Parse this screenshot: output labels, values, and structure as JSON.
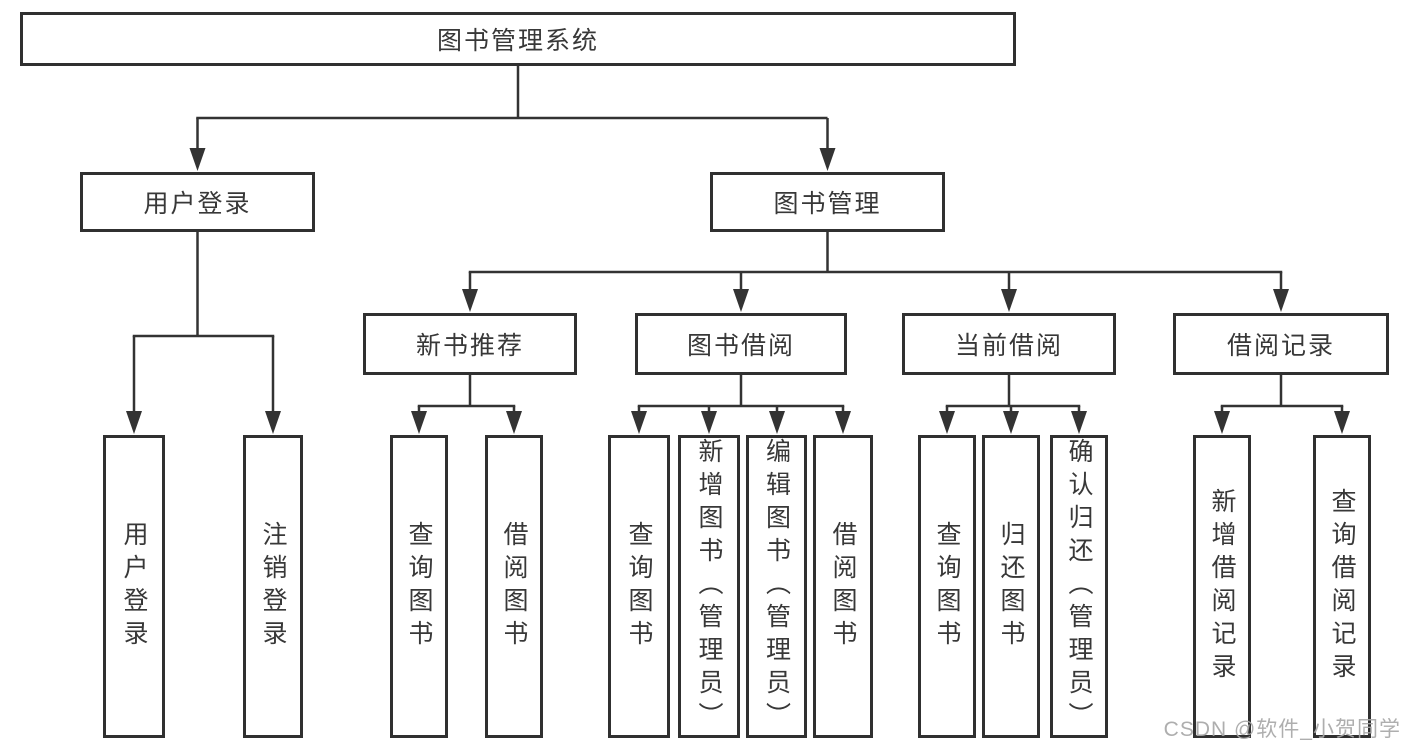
{
  "diagram": {
    "root": {
      "label": "图书管理系统"
    },
    "branches": [
      {
        "label": "用户登录",
        "children": [
          {
            "label": "用户登录"
          },
          {
            "label": "注销登录"
          }
        ]
      },
      {
        "label": "图书管理",
        "modules": [
          {
            "label": "新书推荐",
            "children": [
              {
                "label": "查询图书"
              },
              {
                "label": "借阅图书"
              }
            ]
          },
          {
            "label": "图书借阅",
            "children": [
              {
                "label": "查询图书"
              },
              {
                "label": "新增图书（管理员）"
              },
              {
                "label": "编辑图书（管理员）"
              },
              {
                "label": "借阅图书"
              }
            ]
          },
          {
            "label": "当前借阅",
            "children": [
              {
                "label": "查询图书"
              },
              {
                "label": "归还图书"
              },
              {
                "label": "确认归还（管理员）"
              }
            ]
          },
          {
            "label": "借阅记录",
            "children": [
              {
                "label": "新增借阅记录"
              },
              {
                "label": "查询借阅记录"
              }
            ]
          }
        ]
      }
    ]
  },
  "watermark": {
    "text": "CSDN @软件_小贺同学"
  },
  "colors": {
    "line": "#333333",
    "box_border": "#303030",
    "text": "#383838",
    "watermark": "#a8a8a8",
    "background": "#ffffff"
  }
}
